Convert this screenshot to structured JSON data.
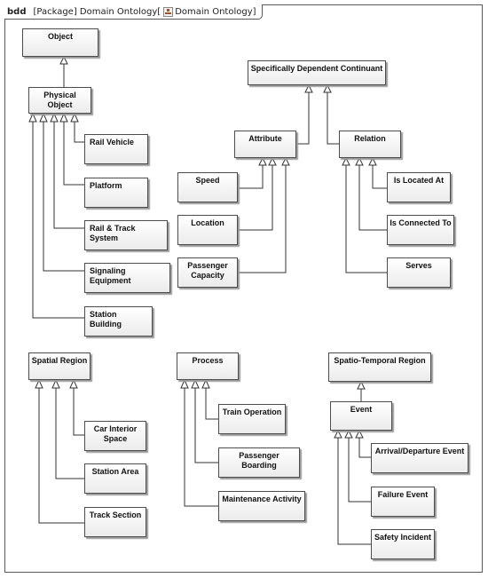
{
  "header": {
    "diagram_kind": "bdd",
    "package_text": "[Package] Domain Ontology[",
    "diagram_name": "Domain Ontology]"
  },
  "blocks": {
    "object": "Object",
    "physical_object": "Physical Object",
    "rail_vehicle": "Rail Vehicle",
    "platform": "Platform",
    "rail_track_system": "Rail & Track System",
    "signaling_equipment": "Signaling Equipment",
    "station_building": "Station Building",
    "sdc": "Specifically Dependent Continuant",
    "attribute": "Attribute",
    "relation": "Relation",
    "speed": "Speed",
    "location": "Location",
    "passenger_capacity": "Passenger Capacity",
    "is_located_at": "Is Located At",
    "is_connected_to": "Is Connected To",
    "serves": "Serves",
    "spatial_region": "Spatial Region",
    "car_interior_space": "Car Interior Space",
    "station_area": "Station Area",
    "track_section": "Track Section",
    "process": "Process",
    "train_operation": "Train Operation",
    "passenger_boarding": "Passenger Boarding",
    "maintenance_activity": "Maintenance Activity",
    "spatio_temporal_region": "Spatio-Temporal Region",
    "event": "Event",
    "arrival_departure_event": "Arrival/Departure Event",
    "failure_event": "Failure Event",
    "safety_incident": "Safety Incident"
  }
}
